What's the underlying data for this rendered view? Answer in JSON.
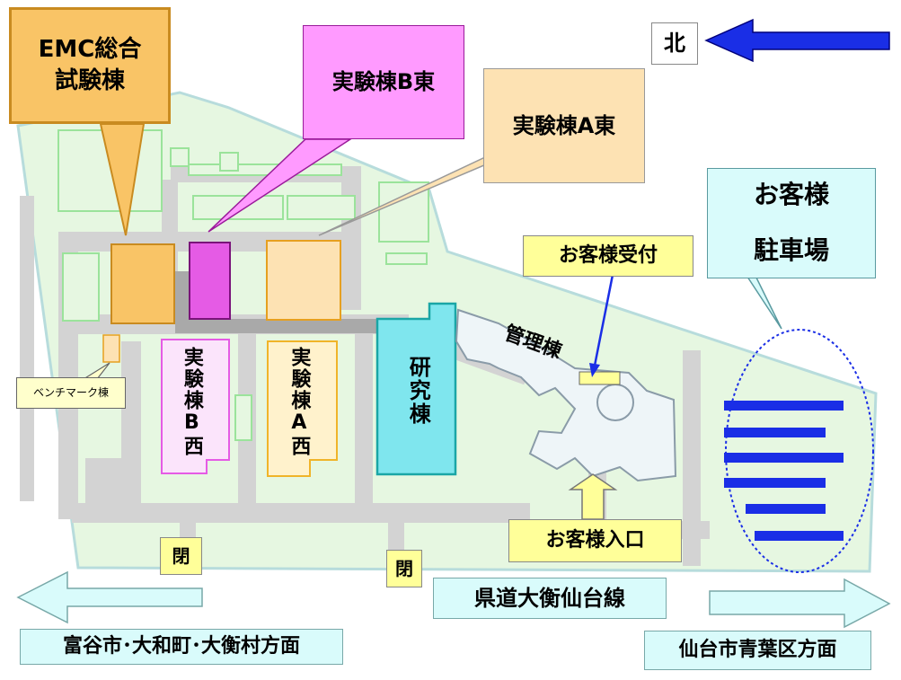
{
  "compass": {
    "north_label": "北"
  },
  "callouts": {
    "emc": "EMC総合\n試験棟",
    "b_east": "実験棟B東",
    "a_east": "実験棟A東",
    "parking": "お客様\n\n駐車場",
    "reception": "お客様受付",
    "entrance": "お客様入口",
    "bench": "ベンチマーク棟"
  },
  "buildings": {
    "b_west": "実験棟B西",
    "a_west": "実験棟A西",
    "research": "研究棟",
    "admin": "管理棟"
  },
  "gates": {
    "gate1": "閉",
    "gate2": "閉"
  },
  "roads": {
    "prefectural": "県道大衡仙台線",
    "left_direction": "富谷市･大和町･大衡村方面",
    "right_direction": "仙台市青葉区方面"
  },
  "colors": {
    "site": "#e6f7e1",
    "road": "#d2d2d2",
    "emc": "#f9c466",
    "b_east": "#ff9aff",
    "a_east": "#fde2b3",
    "research": "#7fe6ee",
    "parking_bar": "#1a2ee6",
    "north_arrow": "#1a2ee6",
    "label_cyan": "#d9fbfb",
    "label_yellow": "#ffff99"
  }
}
